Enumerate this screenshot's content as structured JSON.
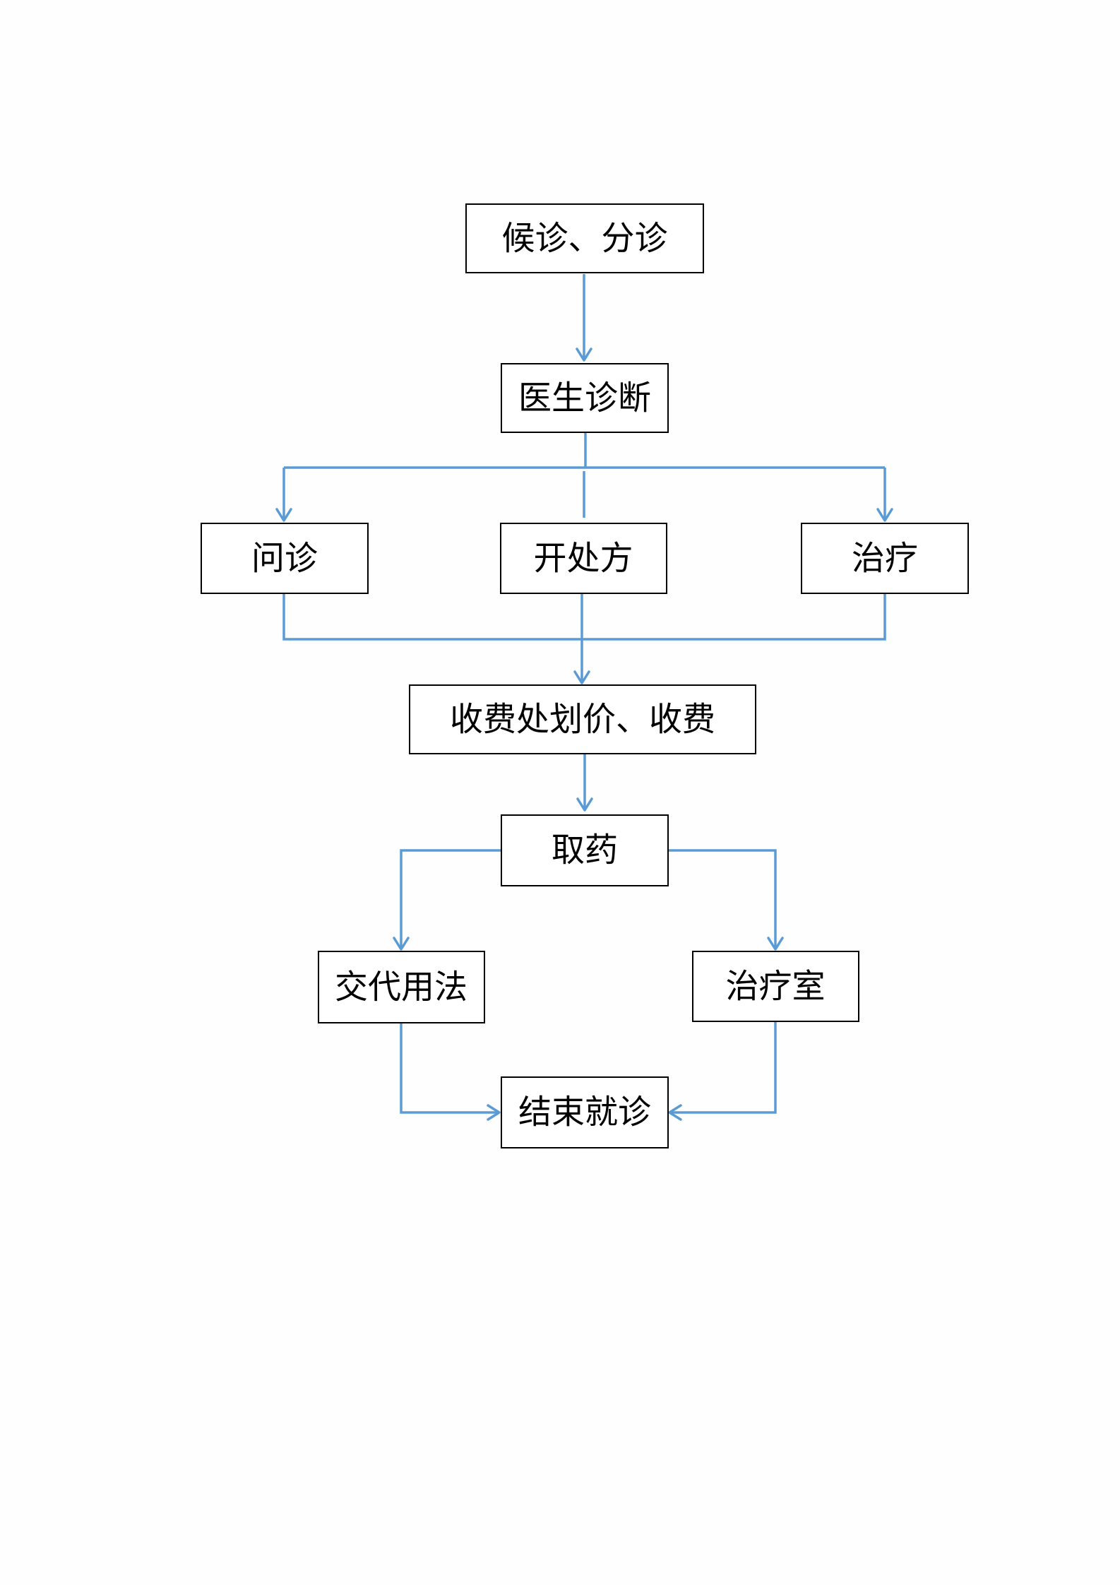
{
  "diagram": {
    "connector_color": "#5b9bd5",
    "node_border_color": "#000000",
    "nodes": {
      "waiting": "候诊、分诊",
      "diagnosis": "医生诊断",
      "inquiry": "问诊",
      "prescription": "开处方",
      "treatment": "治疗",
      "billing": "收费处划价、收费",
      "pickup": "取药",
      "instructions": "交代用法",
      "treatment_room": "治疗室",
      "end": "结束就诊"
    }
  }
}
